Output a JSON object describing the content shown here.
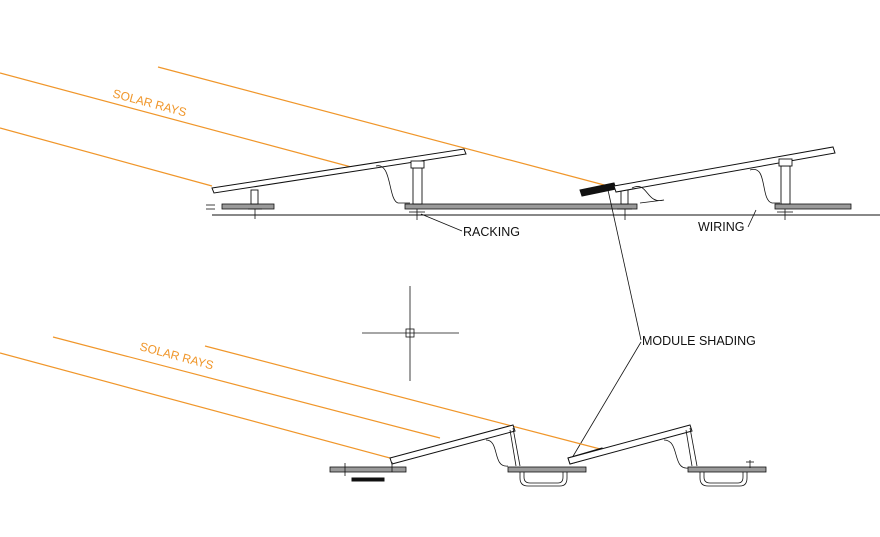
{
  "labels": {
    "solar_rays_top": "SOLAR RAYS",
    "solar_rays_bottom": "SOLAR RAYS",
    "racking": "RACKING",
    "wiring": "WIRING",
    "module_shading": "MODULE SHADING"
  },
  "colors": {
    "solar_rays": "#f0962a",
    "drawing": "#111111",
    "rail_fill": "#9a9a9a",
    "background": "#ffffff"
  },
  "icons": {
    "crosshair": "cad-crosshair-cursor-icon"
  }
}
